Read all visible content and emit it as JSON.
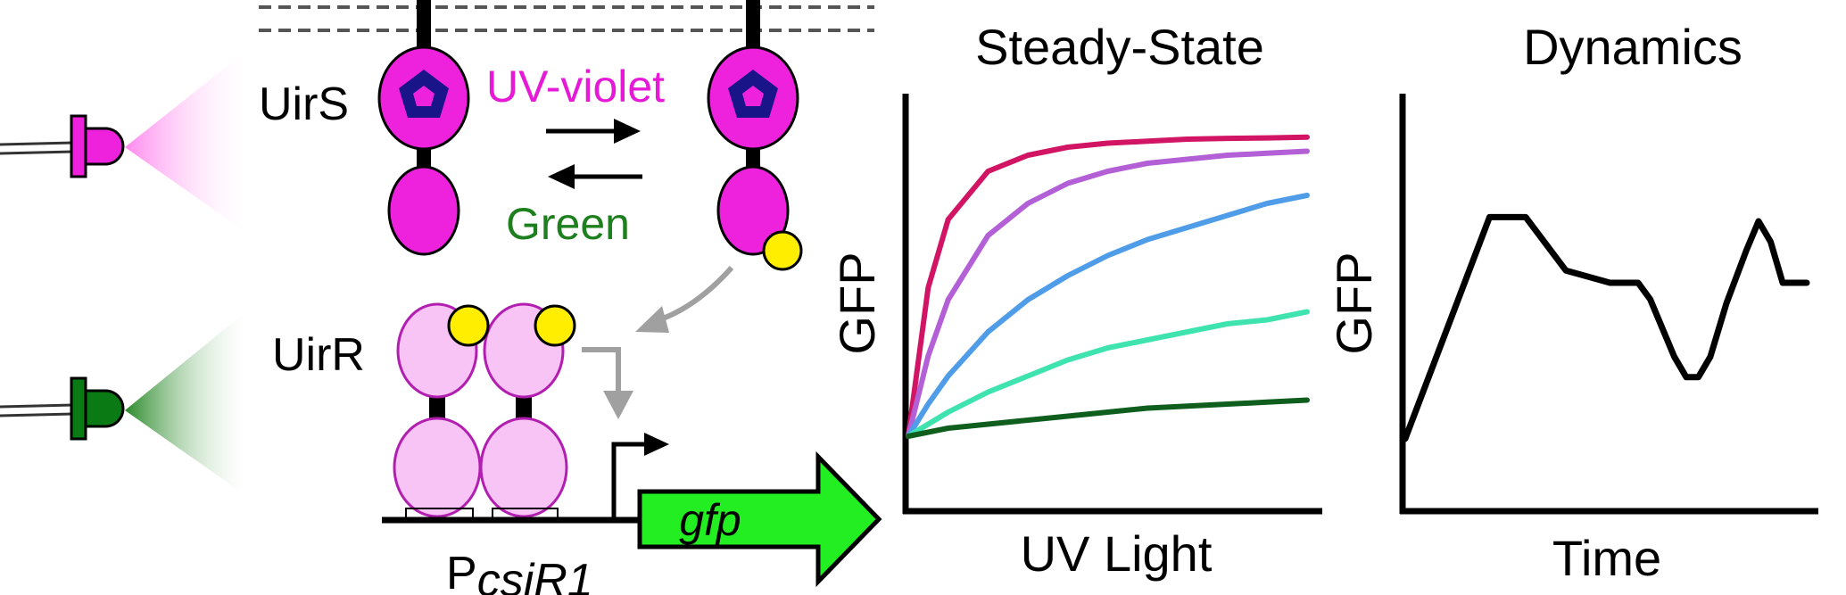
{
  "labels": {
    "uirs": "UirS",
    "uirr": "UirR",
    "uv_violet": "UV-violet",
    "green": "Green",
    "gene": "gfp",
    "promoter_p": "P",
    "promoter_sub": "csiR1"
  },
  "colors": {
    "magenta": "#ee22dd",
    "pale_pink": "#f8c3f5",
    "pink_outline": "#b21fb0",
    "navy": "#1a1489",
    "yellow": "#ffee00",
    "led_green": "#0a7a14",
    "gene_green": "#22ee22",
    "label_magenta": "#e619d6",
    "label_green": "#1d7f1d",
    "gray_arrow": "#a0a0a0"
  },
  "chart_data": [
    {
      "type": "line",
      "title": "Steady-State",
      "xlabel": "UV Light",
      "ylabel": "GFP",
      "ylim": [
        0,
        1
      ],
      "x": [
        0,
        0.05,
        0.1,
        0.2,
        0.3,
        0.4,
        0.5,
        0.6,
        0.7,
        0.8,
        0.9,
        1.0
      ],
      "series": [
        {
          "color": "#d11463",
          "values": [
            0.18,
            0.55,
            0.72,
            0.84,
            0.88,
            0.9,
            0.91,
            0.915,
            0.92,
            0.922,
            0.923,
            0.925
          ]
        },
        {
          "color": "#b35fd6",
          "values": [
            0.18,
            0.38,
            0.52,
            0.68,
            0.76,
            0.81,
            0.84,
            0.86,
            0.87,
            0.88,
            0.885,
            0.89
          ]
        },
        {
          "color": "#4f9de8",
          "values": [
            0.18,
            0.26,
            0.33,
            0.44,
            0.52,
            0.58,
            0.63,
            0.67,
            0.7,
            0.73,
            0.76,
            0.78
          ]
        },
        {
          "color": "#3fe3b0",
          "values": [
            0.18,
            0.21,
            0.24,
            0.29,
            0.33,
            0.37,
            0.4,
            0.42,
            0.44,
            0.46,
            0.47,
            0.49
          ]
        },
        {
          "color": "#0f5e1e",
          "values": [
            0.18,
            0.19,
            0.2,
            0.21,
            0.22,
            0.23,
            0.24,
            0.25,
            0.255,
            0.26,
            0.265,
            0.27
          ]
        }
      ]
    },
    {
      "type": "line",
      "title": "Dynamics",
      "xlabel": "Time",
      "ylabel": "GFP",
      "ylim": [
        0,
        1
      ],
      "x": [
        0,
        0.21,
        0.25,
        0.3,
        0.4,
        0.51,
        0.58,
        0.61,
        0.64,
        0.67,
        0.7,
        0.73,
        0.76,
        0.8,
        0.85,
        0.88,
        0.91,
        0.94,
        0.96,
        1.0
      ],
      "series": [
        {
          "color": "#000000",
          "values": [
            0.17,
            0.71,
            0.71,
            0.71,
            0.58,
            0.55,
            0.55,
            0.51,
            0.44,
            0.37,
            0.32,
            0.32,
            0.37,
            0.5,
            0.63,
            0.7,
            0.65,
            0.55,
            0.55,
            0.55
          ]
        }
      ]
    }
  ]
}
